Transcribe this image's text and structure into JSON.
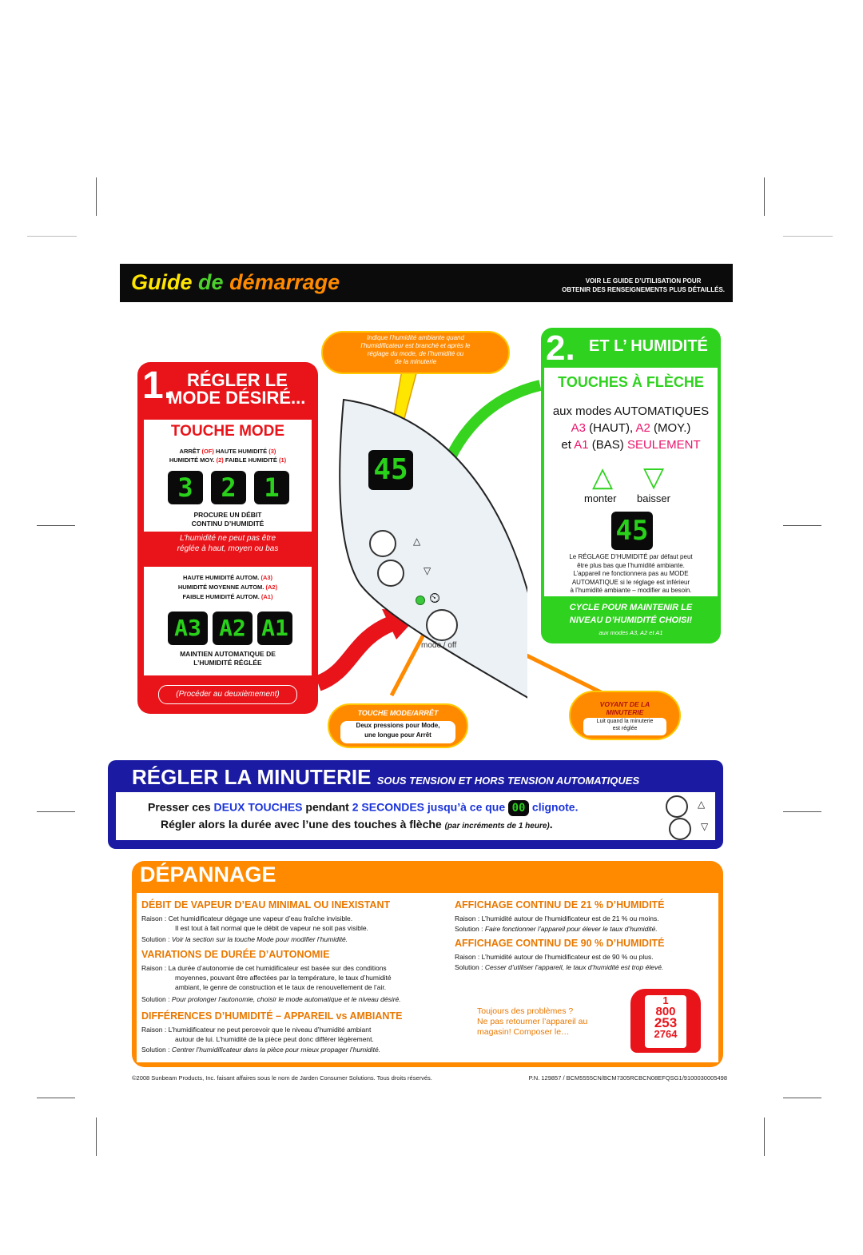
{
  "header": {
    "title_part1": "Guide",
    "title_part2": "de",
    "title_part3": "démarrage",
    "note_line1": "VOIR LE GUIDE D’UTILISATION POUR",
    "note_line2": "OBTENIR DES RENSEIGNEMENTS PLUS DÉTAILLÉS."
  },
  "section1": {
    "number": "1.",
    "title_line1": "RÉGLER LE",
    "title_line2": "MODE DÉSIRÉ...",
    "button_title": "TOUCHE MODE",
    "legend_line1_a": "ARRÊT",
    "legend_line1_b": "(OF)",
    "legend_line1_c": "HAUTE HUMIDITÉ",
    "legend_line1_d": "(3)",
    "legend_line2_a": "HUMIDITÉ MOY.",
    "legend_line2_b": "(2)",
    "legend_line2_c": "FAIBLE HUMIDITÉ",
    "legend_line2_d": "(1)",
    "displays_manual": [
      "3",
      "2",
      "1"
    ],
    "manual_caption_line1": "PROCURE UN DÉBIT",
    "manual_caption_line2": "CONTINU D’HUMIDITÉ",
    "note_line1": "L’humidité ne peut pas être",
    "note_line2": "réglée à haut, moyen ou bas",
    "auto_line1_a": "HAUTE HUMIDITÉ AUTOM.",
    "auto_line1_b": "(A3)",
    "auto_line2_a": "HUMIDITÉ MOYENNE AUTOM.",
    "auto_line2_b": "(A2)",
    "auto_line3_a": "FAIBLE HUMIDITÉ AUTOM.",
    "auto_line3_b": "(A1)",
    "displays_auto": [
      "A3",
      "A2",
      "A1"
    ],
    "auto_caption_line1": "MAINTIEN AUTOMATIQUE DE",
    "auto_caption_line2": "L’HUMIDITÉ RÉGLÉE",
    "footer": "(Procéder au deuxièmement)"
  },
  "section2": {
    "number": "2.",
    "title": "ET L’ HUMIDITÉ",
    "box_title": "TOUCHES À FLÈCHE",
    "modes_line1": "aux modes AUTOMATIQUES",
    "modes_line2_a": "A3",
    "modes_line2_b": "(HAUT),",
    "modes_line2_c": "A2",
    "modes_line2_d": "(MOY.)",
    "modes_line3_a": "et",
    "modes_line3_b": "A1",
    "modes_line3_c": "(BAS)",
    "modes_line3_d": "SEULEMENT",
    "up_label": "monter",
    "down_label": "baisser",
    "display_value": "45",
    "info_line1": "Le RÉGLAGE D’HUMIDITÉ par défaut peut",
    "info_line2": "être plus bas que l’humidité ambiante.",
    "info_line3": "L’appareil ne fonctionnera pas au MODE",
    "info_line4": "AUTOMATIQUE si le réglage est inférieur",
    "info_line5": "à l’humidité ambiante – modifier au besoin.",
    "cycle_line1": "CYCLE POUR MAINTENIR LE",
    "cycle_line2": "NIVEAU D’HUMIDITÉ CHOISI!",
    "cycle_sub": "aux modes A3, A2 et A1"
  },
  "device": {
    "display_value": "45",
    "mode_label": "mode / off",
    "top_callout_line1": "Indique l’humidité ambiante quand",
    "top_callout_line2": "l’humidificateur est branché et après le",
    "top_callout_line3": "réglage du mode, de l’humidité ou",
    "top_callout_line4": "de la minuterie",
    "mode_callout_title": "TOUCHE MODE/ARRÊT",
    "mode_callout_line1": "Deux pressions pour Mode,",
    "mode_callout_line2": "une longue pour Arrêt",
    "timer_callout_title_line1": "VOYANT DE LA",
    "timer_callout_title_line2": "MINUTERIE",
    "timer_callout_line1": "Luit quand la minuterie",
    "timer_callout_line2": "est réglée"
  },
  "minuterie": {
    "title": "RÉGLER LA MINUTERIE",
    "subtitle": "SOUS TENSION ET HORS TENSION AUTOMATIQUES",
    "line1_a": "Presser ces",
    "line1_b": "DEUX TOUCHES",
    "line1_c": "pendant",
    "line1_d": "2 SECONDES",
    "line1_e": "jusqu’à ce que",
    "line1_display": "00",
    "line1_f": "clignote.",
    "line2_a": "Régler alors la durée avec l’une des touches à flèche",
    "line2_b": "(par incréments de 1 heure)",
    "line2_c": "."
  },
  "depannage": {
    "title": "DÉPANNAGE",
    "item1_title": "DÉBIT DE VAPEUR D’EAU MINIMAL OU INEXISTANT",
    "item1_reason_label": "Raison :",
    "item1_reason_line1": "Cet humidificateur dégage une vapeur d’eau fraîche invisible.",
    "item1_reason_line2": "Il est tout à fait normal que le débit de vapeur ne soit pas visible.",
    "item1_solution_label": "Solution :",
    "item1_solution": "Voir la section sur la touche Mode pour modifier l’humidité.",
    "item2_title": "VARIATIONS DE DURÉE D’AUTONOMIE",
    "item2_reason_label": "Raison :",
    "item2_reason_line1": "La durée d’autonomie de cet humidificateur est basée sur des conditions",
    "item2_reason_line2": "moyennes, pouvant être affectées par la température, le taux d’humidité",
    "item2_reason_line3": "ambiant, le genre de construction et le taux de renouvellement de l’air.",
    "item2_solution_label": "Solution :",
    "item2_solution": "Pour prolonger l’autonomie, choisir le mode automatique et le niveau désiré.",
    "item3_title": "DIFFÉRENCES D’HUMIDITÉ – APPAREIL vs AMBIANTE",
    "item3_reason_label": "Raison :",
    "item3_reason_line1": "L’humidificateur ne peut percevoir que le niveau d’humidité ambiant",
    "item3_reason_line2": "autour de lui. L’humidité de la pièce peut donc différer légèrement.",
    "item3_solution_label": "Solution :",
    "item3_solution": "Centrer l’humidificateur dans la pièce pour mieux propager l’humidité.",
    "item4_title": "AFFICHAGE CONTINU DE 21 % D’HUMIDITÉ",
    "item4_reason_label": "Raison :",
    "item4_reason": "L’humidité autour de l’humidificateur est de 21 % ou moins.",
    "item4_solution_label": "Solution :",
    "item4_solution": "Faire fonctionner l’appareil pour élever le taux d’humidité.",
    "item5_title": "AFFICHAGE CONTINU DE 90 % D’HUMIDITÉ",
    "item5_reason_label": "Raison :",
    "item5_reason": "L’humidité autour de l’humidificateur est de 90 % ou plus.",
    "item5_solution_label": "Solution :",
    "item5_solution": "Cesser d’utiliser l’appareil, le taux d’humidité est trop élevé.",
    "help_line1": "Toujours des problèmes ?",
    "help_line2": "Ne pas retourner l’appareil au",
    "help_line3": "magasin! Composer le…",
    "phone_1": "1",
    "phone_2": "800",
    "phone_3": "253",
    "phone_4": "2764"
  },
  "footer": {
    "copyright": "©2008 Sunbeam Products, Inc. faisant affaires sous le nom de Jarden Consumer Solutions. Tous droits réservés.",
    "part_number": "P.N. 129857 / BCM5555CN/BCM7305RCBCN08EFQSG1/9100030005498"
  },
  "colors": {
    "red": "#e8141a",
    "green": "#2fd21f",
    "orange": "#ff8a00",
    "blue": "#1a1aa3",
    "lcd_green": "#29d11a"
  }
}
